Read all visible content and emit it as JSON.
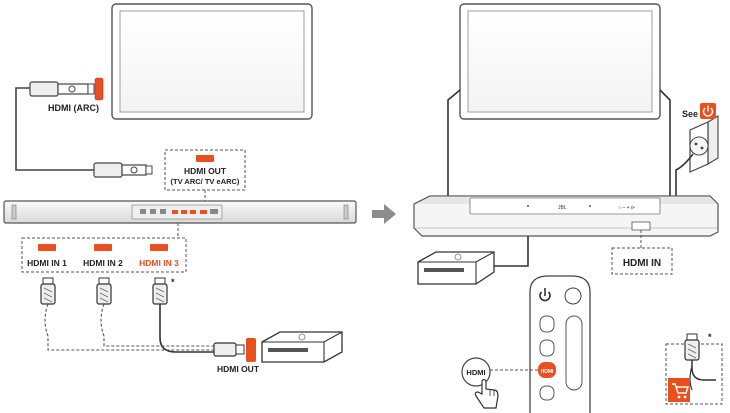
{
  "labels": {
    "hdmi_arc": "HDMI (ARC)",
    "hdmi_out_title": "HDMI OUT",
    "hdmi_out_sub": "(TV ARC/ TV eARC)",
    "hdmi_in_1": "HDMI IN 1",
    "hdmi_in_2": "HDMI IN 2",
    "hdmi_in_3": "HDMI IN 3",
    "hdmi_out_device": "HDMI OUT",
    "see": "See",
    "hdmi_in": "HDMI IN",
    "remote_hdmi": "HDMI",
    "remote_hdmi_small": "HDMI",
    "asterisk": "*",
    "soundbar_brand": "JBL"
  },
  "colors": {
    "accent": "#e8501e",
    "line": "#333333",
    "panel": "#f2f2f2"
  },
  "icons": [
    "power-icon",
    "arrow-right-icon",
    "hand-pointer-icon",
    "cart-icon"
  ]
}
